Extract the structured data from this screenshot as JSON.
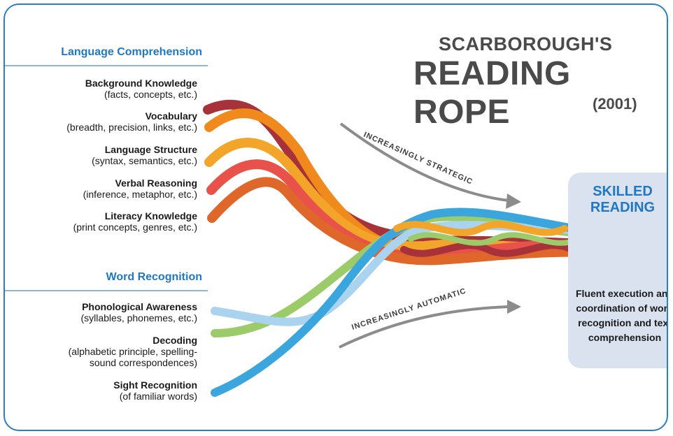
{
  "title": {
    "line1": "SCARBOROUGH'S",
    "line2": "READING ROPE",
    "year": "(2001)"
  },
  "language_comprehension": {
    "heading": "Language Comprehension",
    "items": [
      {
        "title": "Background Knowledge",
        "detail": "(facts, concepts, etc.)"
      },
      {
        "title": "Vocabulary",
        "detail": "(breadth, precision, links, etc.)"
      },
      {
        "title": "Language Structure",
        "detail": "(syntax, semantics, etc.)"
      },
      {
        "title": "Verbal Reasoning",
        "detail": "(inference, metaphor, etc.)"
      },
      {
        "title": "Literacy Knowledge",
        "detail": "(print concepts, genres, etc.)"
      }
    ]
  },
  "word_recognition": {
    "heading": "Word Recognition",
    "items": [
      {
        "title": "Phonological Awareness",
        "detail": "(syllables, phonemes, etc.)"
      },
      {
        "title": "Decoding",
        "detail_line1": "(alphabetic principle, spelling-",
        "detail_line2": "sound correspondences)"
      },
      {
        "title": "Sight Recognition",
        "detail": "(of familiar words)"
      }
    ]
  },
  "arrows": {
    "strategic": "INCREASINGLY STRATEGIC",
    "automatic": "INCREASINGLY AUTOMATIC"
  },
  "skilled_reading": {
    "heading_line1": "SKILLED",
    "heading_line2": "READING",
    "description_line1": "Fluent execution and",
    "description_line2": "coordination of word",
    "description_line3": "recognition and text",
    "description_line4": "comprehension"
  },
  "colors": {
    "border": "#2b7fc4",
    "heading_blue": "#1f78c2",
    "title_gray": "#4a4a4a",
    "box_fill": "#dbe2ef",
    "strand_dark_red": "#a8323a",
    "strand_orange": "#f08a1c",
    "strand_yellow": "#f3a52a",
    "strand_red": "#e8524a",
    "strand_burnt": "#e0672a",
    "strand_green": "#9ccb6a",
    "strand_light_blue": "#a9d3ee",
    "strand_blue": "#3ba6dd"
  }
}
